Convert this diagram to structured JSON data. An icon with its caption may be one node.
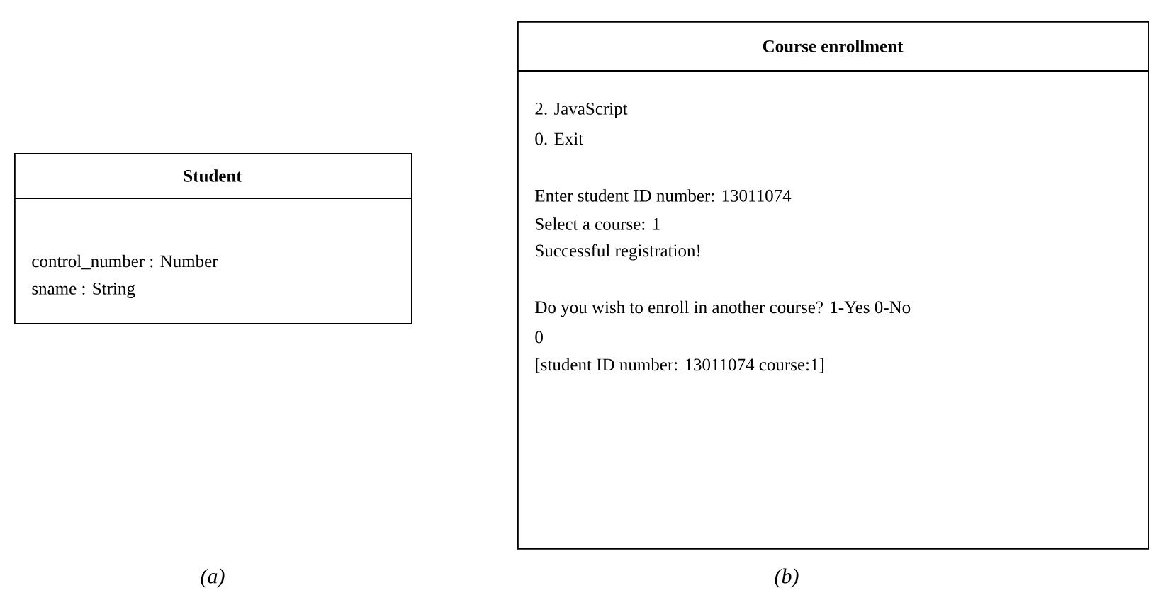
{
  "diagram": {
    "nodes": [
      {
        "text": [
          "Student",
          "control_number :  Number",
          "sname : String"
        ]
      },
      {
        "text": [
          "Course enrollment",
          "2. JavaScript",
          "0. Exit",
          "Enter student ID number:  13011074",
          "Select a course: 1",
          "Successful registration!",
          "Do you wish to enroll in another course? 1-Yes 0-No",
          "0",
          "[student ID number: 13011074 course:1]"
        ]
      }
    ],
    "labels": [
      "(a)",
      "(b)"
    ]
  }
}
